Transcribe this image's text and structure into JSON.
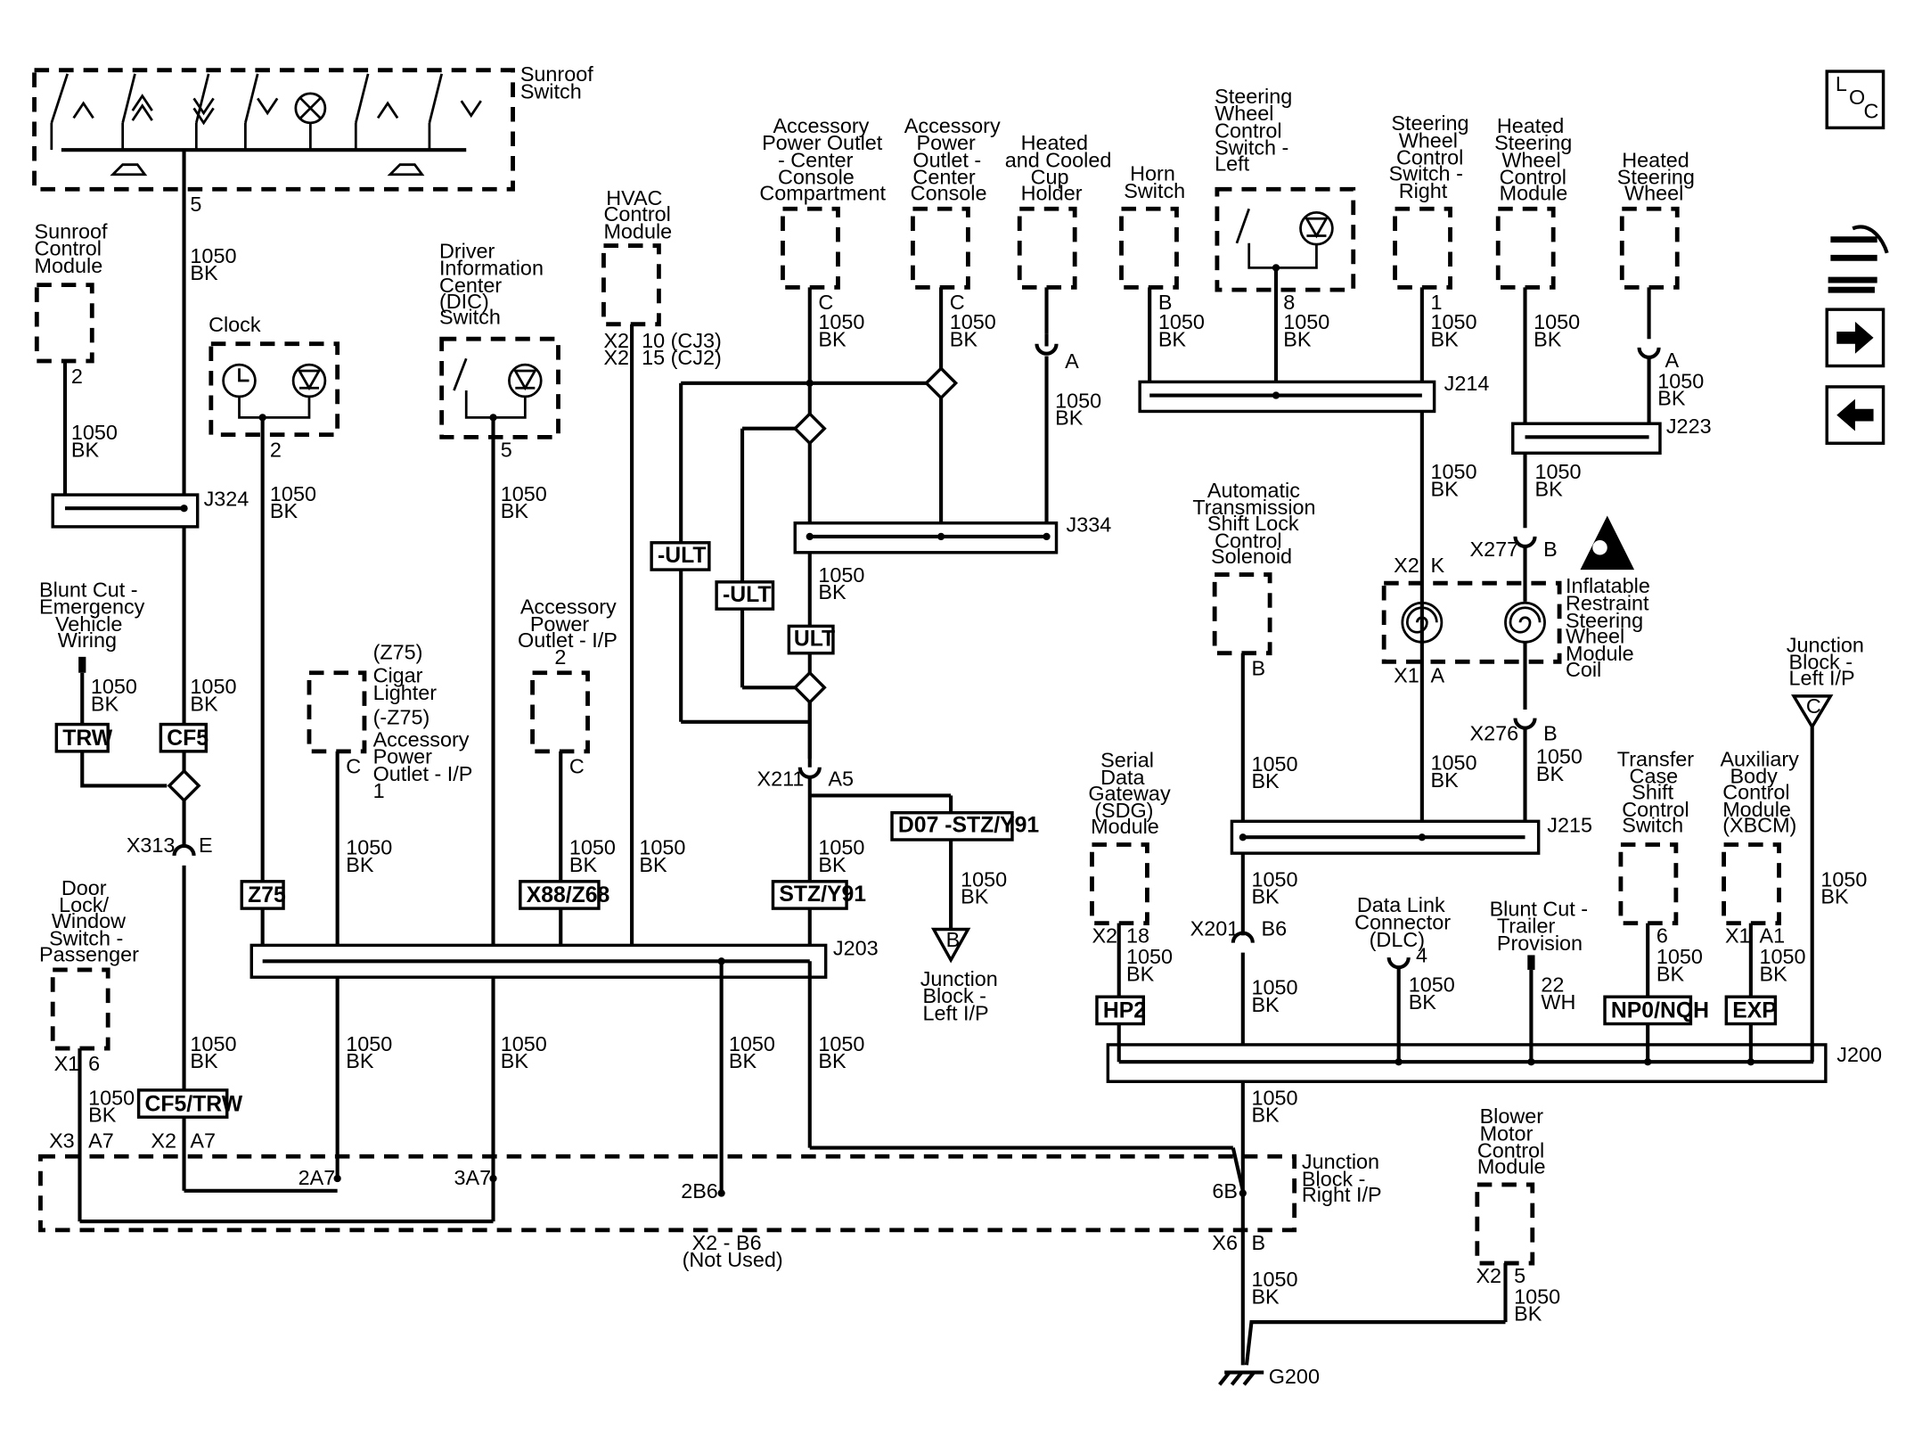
{
  "components": {
    "sunroof_switch": "Sunroof Switch",
    "sunroof_module": "Sunroof Control Module",
    "clock": "Clock",
    "dic": "Driver Information Center (DIC) Switch",
    "hvac": "HVAC Control Module",
    "apo_ccc": "Accessory Power Outlet - Center Console Compartment",
    "apo_cc": "Accessory Power Outlet - Center Console",
    "cup": "Heated and Cooled Cup Holder",
    "horn": "Horn Switch",
    "swc_left": "Steering Wheel Control Switch - Left",
    "swc_right": "Steering Wheel Control Switch - Right",
    "hsw_module": "Heated Steering Wheel Control Module",
    "hsw": "Heated Steering Wheel",
    "blunt_emerg": "Blunt Cut - Emergency Vehicle Wiring",
    "cigar": "(Z75) Cigar Lighter (-Z75) Accessory Power Outlet - I/P 1",
    "apo_ip": "Accessory Power Outlet - I/P 2",
    "atsl": "Automatic Transmission Shift Lock Control Solenoid",
    "coil": "Inflatable Restraint Steering Wheel Module Coil",
    "jb_left": "Junction Block - Left I/P",
    "sdg": "Serial Data Gateway (SDG) Module",
    "dlc": "Data Link Connector (DLC)",
    "blunt_trailer": "Blunt Cut - Trailer Provision",
    "tcsc": "Transfer Case Shift Control Switch",
    "xbcm": "Auxiliary Body Control Module (XBCM)",
    "door": "Door Lock/ Window Switch - Passenger",
    "jb_right": "Junction Block - Right I/P",
    "blower": "Blower Motor Control Module",
    "ground": "G200"
  },
  "splices": [
    "J324",
    "J334",
    "J214",
    "J223",
    "J215",
    "J203",
    "J200"
  ],
  "connectors": [
    "X313",
    "X211",
    "X277",
    "X276",
    "X201",
    "X6"
  ],
  "options": [
    "TRW",
    "CF5",
    "Z75",
    "X88/Z68",
    "-ULT",
    "ULT",
    "STZ/Y91",
    "D07 -STZ/Y91",
    "HP2",
    "NP0/NQH",
    "EXP",
    "CF5/TRW"
  ],
  "wire": {
    "circuit": "1050",
    "color": "BK",
    "dlc_circuit": "22",
    "dlc_color": "WH"
  },
  "nav": {
    "loc": "LOC"
  }
}
